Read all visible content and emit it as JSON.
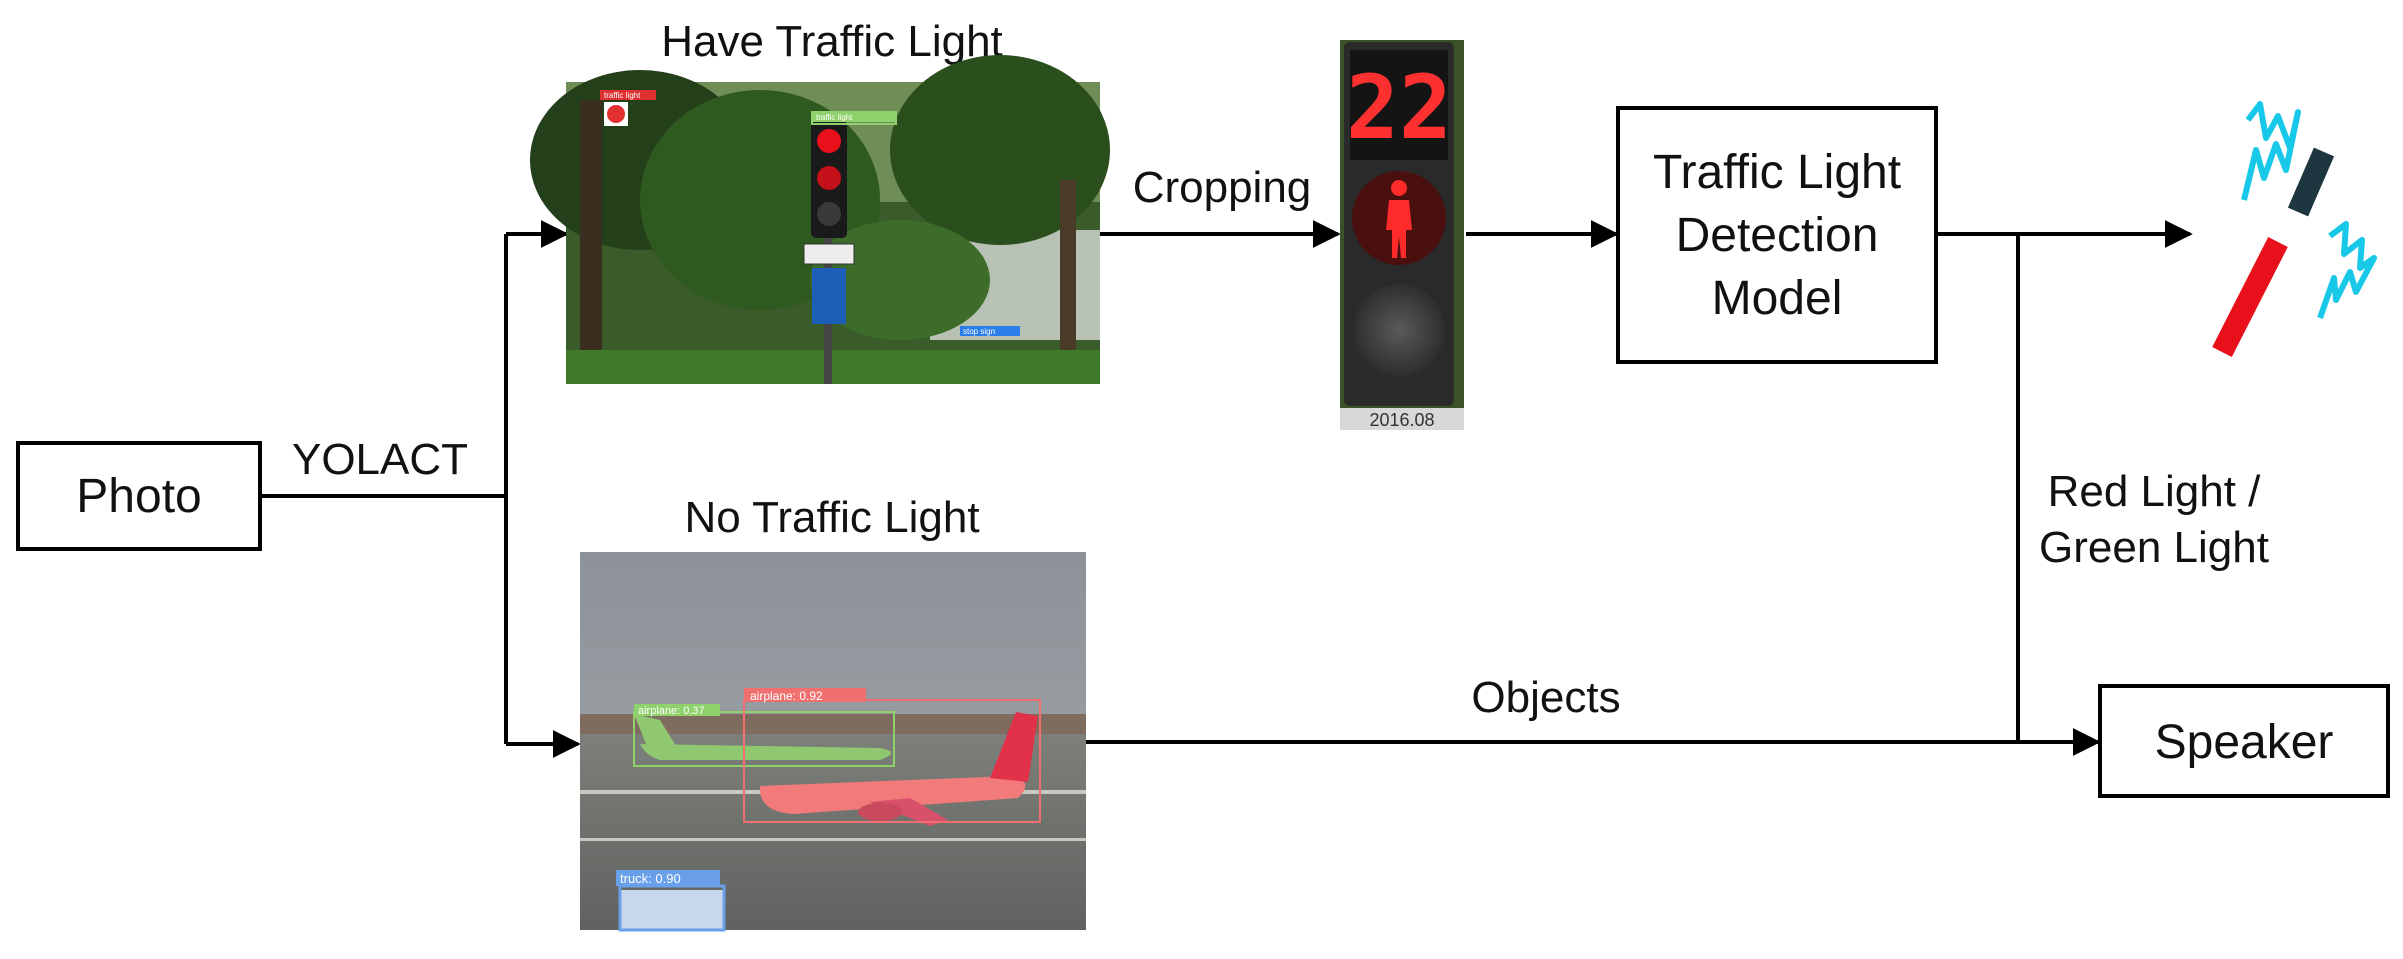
{
  "nodes": {
    "photo": "Photo",
    "detection_model": [
      "Traffic Light",
      "Detection",
      "Model"
    ],
    "speaker": "Speaker"
  },
  "panels": {
    "have_traffic_light": {
      "title": "Have Traffic Light",
      "tags": [
        "traffic light",
        "traffic light",
        "stop sign"
      ]
    },
    "no_traffic_light": {
      "title": "No Traffic Light",
      "tags": [
        "airplane: 0.37",
        "airplane: 0.92",
        "truck: 0.90"
      ]
    },
    "cropped_signal": {
      "countdown": "22",
      "footer": "2016.08"
    }
  },
  "edges": {
    "yolact": "YOLACT",
    "cropping": "Cropping",
    "light_state": [
      "Red Light /",
      "Green Light"
    ],
    "objects": "Objects"
  },
  "colors": {
    "line": "#000000",
    "signal_red": "#e8101a",
    "signal_dark": "#1d3640",
    "vibration": "#18c8e8",
    "foliage": "#2f5a1f",
    "sky": "#8f959b",
    "tarmac": "#6a6f6c"
  },
  "icons": [
    "traffic-signal-icon",
    "pedestrian-icon",
    "light-stick-icon"
  ]
}
